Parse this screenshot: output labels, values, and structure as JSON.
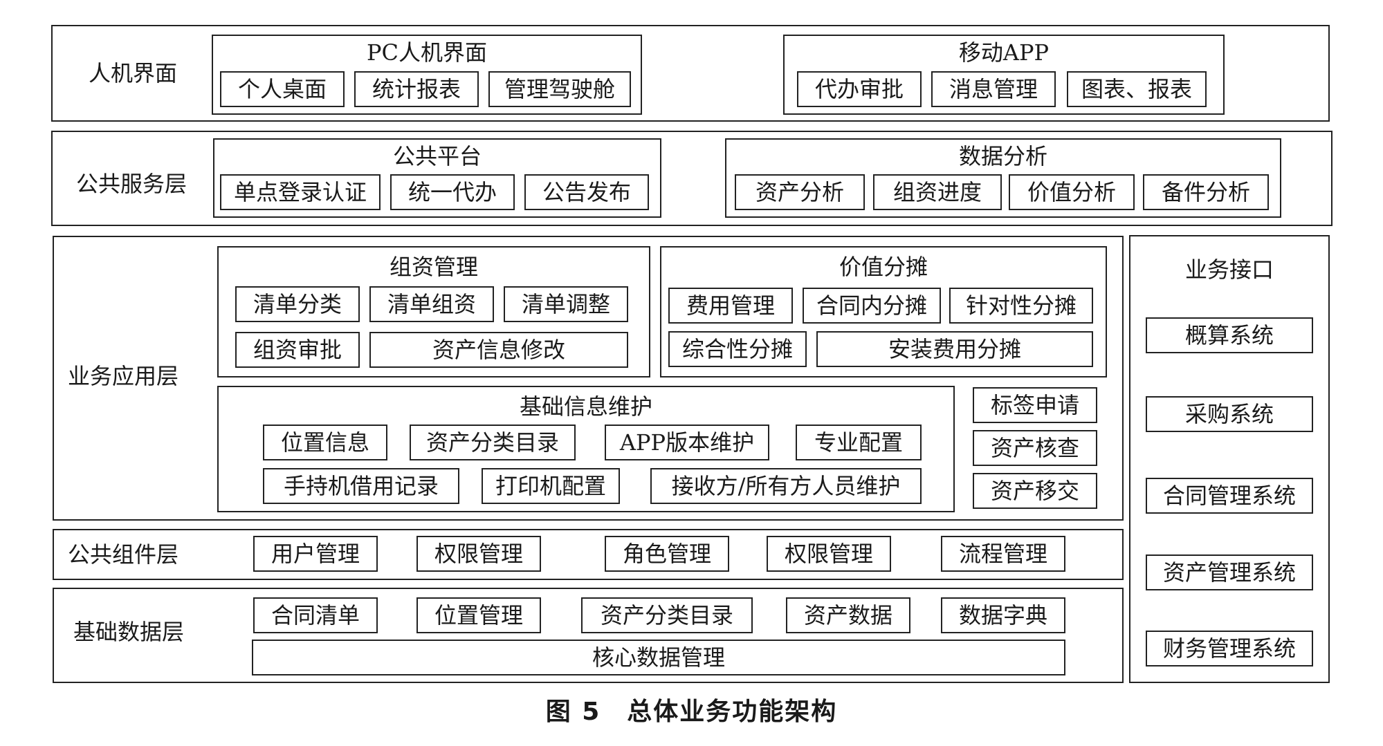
{
  "layers": {
    "hmi": {
      "label": "人机界面",
      "pc": {
        "title": "PC人机界面",
        "items": [
          "个人桌面",
          "统计报表",
          "管理驾驶舱"
        ]
      },
      "mobile": {
        "title": "移动APP",
        "items": [
          "代办审批",
          "消息管理",
          "图表、报表"
        ]
      }
    },
    "public_service": {
      "label": "公共服务层",
      "platform": {
        "title": "公共平台",
        "items": [
          "单点登录认证",
          "统一代办",
          "公告发布"
        ]
      },
      "analysis": {
        "title": "数据分析",
        "items": [
          "资产分析",
          "组资进度",
          "价值分析",
          "备件分析"
        ]
      }
    },
    "business_app": {
      "label": "业务应用层",
      "asset_group": {
        "title": "组资管理",
        "items": [
          "清单分类",
          "清单组资",
          "清单调整",
          "组资审批",
          "资产信息修改"
        ]
      },
      "value_alloc": {
        "title": "价值分摊",
        "items": [
          "费用管理",
          "合同内分摊",
          "针对性分摊",
          "综合性分摊",
          "安装费用分摊"
        ]
      },
      "base_info": {
        "title": "基础信息维护",
        "items": [
          "位置信息",
          "资产分类目录",
          "APP版本维护",
          "专业配置",
          "手持机借用记录",
          "打印机配置",
          "接收方/所有方人员维护"
        ]
      },
      "side_items": [
        "标签申请",
        "资产核查",
        "资产移交"
      ]
    },
    "public_component": {
      "label": "公共组件层",
      "items": [
        "用户管理",
        "权限管理",
        "角色管理",
        "权限管理",
        "流程管理"
      ]
    },
    "base_data": {
      "label": "基础数据层",
      "items": [
        "合同清单",
        "位置管理",
        "资产分类目录",
        "资产数据",
        "数据字典"
      ],
      "core": "核心数据管理"
    }
  },
  "business_interface": {
    "title": "业务接口",
    "items": [
      "概算系统",
      "采购系统",
      "合同管理系统",
      "资产管理系统",
      "财务管理系统"
    ]
  },
  "caption": "图 5　总体业务功能架构"
}
